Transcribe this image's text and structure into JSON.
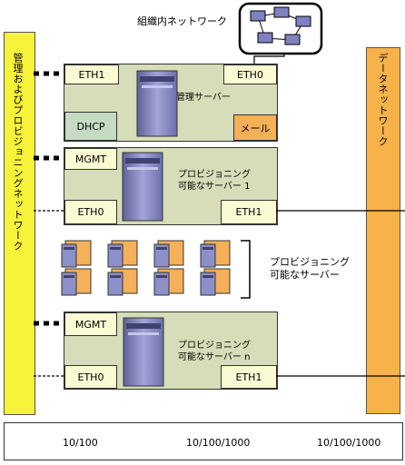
{
  "internal_network": {
    "label": "組織内ネットワーク"
  },
  "provisioning_network": {
    "label": "管理およびプロビジョニングネットワーク"
  },
  "data_network": {
    "label": "データネットワーク"
  },
  "management_server": {
    "label": "管理サーバー",
    "port_eth1": "ETH1",
    "port_eth0": "ETH0",
    "dhcp": "DHCP",
    "mail": "メール"
  },
  "server_1": {
    "label_line1": "プロビジョニング",
    "label_line2": "可能なサーバー 1",
    "port_mgmt": "MGMT",
    "port_eth0": "ETH0",
    "port_eth1": "ETH1"
  },
  "server_group": {
    "label_line1": "プロビジョニング",
    "label_line2": "可能なサーバー"
  },
  "server_n": {
    "label_line1": "プロビジョニング",
    "label_line2": "可能なサーバー n",
    "port_mgmt": "MGMT",
    "port_eth0": "ETH0",
    "port_eth1": "ETH1"
  },
  "legend": {
    "item1": "10/100",
    "item2": "10/100/1000",
    "item3": "10/100/1000"
  },
  "colors": {
    "panel_green": "#d6ddb8",
    "port_yellow": "#fbfbd3",
    "network_yellow": "#f7f23a",
    "data_orange": "#f7b24a",
    "dhcp_green": "#c5dcc3",
    "mail_orange": "#f5b05a",
    "server_purple": "#8d8fc9"
  }
}
